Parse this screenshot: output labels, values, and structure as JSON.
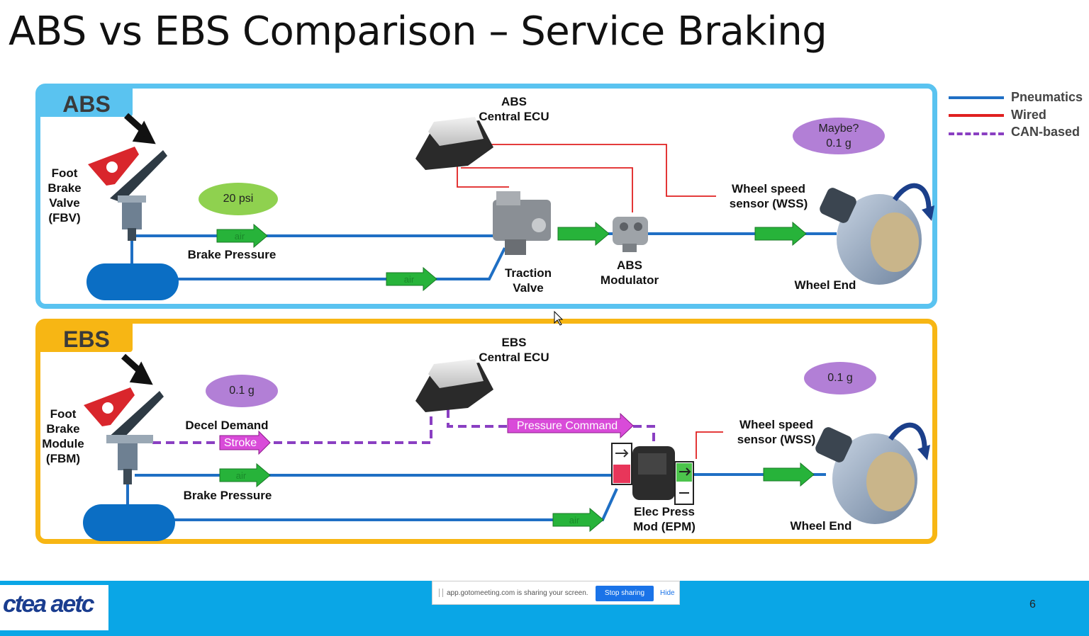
{
  "title": "ABS vs EBS Comparison – Service Braking",
  "legend": [
    {
      "label": "Pneumatics",
      "color": "#1f6fc4",
      "style": "solid"
    },
    {
      "label": "Wired",
      "color": "#e02020",
      "style": "solid"
    },
    {
      "label": "CAN-based",
      "color": "#8a3fc2",
      "style": "dashed"
    }
  ],
  "abs": {
    "tab": "ABS",
    "foot_brake": "Foot\nBrake\nValve\n(FBV)",
    "pressure_oval": "20 psi",
    "brake_pressure": "Brake Pressure",
    "ecu": "ABS\nCentral ECU",
    "traction_valve": "Traction\nValve",
    "modulator": "ABS\nModulator",
    "wss": "Wheel speed\nsensor (WSS)",
    "decel_oval": "Maybe?\n0.1 g",
    "wheel_end": "Wheel End",
    "air_label": "air"
  },
  "ebs": {
    "tab": "EBS",
    "foot_brake": "Foot\nBrake\nModule\n(FBM)",
    "decel_oval": "0.1 g",
    "decel_demand": "Decel Demand",
    "stroke": "Stroke",
    "brake_pressure": "Brake Pressure",
    "ecu": "EBS\nCentral ECU",
    "pressure_command": "Pressure Command",
    "epm": "Elec Press\nMod (EPM)",
    "wss": "Wheel speed\nsensor (WSS)",
    "wheel_oval": "0.1 g",
    "wheel_end": "Wheel End",
    "air_label": "air"
  },
  "colors": {
    "abs_border": "#5ac3f0",
    "ebs_border": "#f7b614",
    "pneumatic": "#1f6fc4",
    "wired": "#e02020",
    "can": "#8a3fc2",
    "arrow": "#27b33a",
    "oval_green": "#8fd14f",
    "oval_purple": "#b27fd6",
    "command_magenta": "#d94bd9"
  },
  "footer": {
    "logo": "ctea aetc",
    "share_text": "app.gotomeeting.com is sharing your screen.",
    "stop_sharing": "Stop sharing",
    "hide": "Hide",
    "page_number": "6"
  }
}
